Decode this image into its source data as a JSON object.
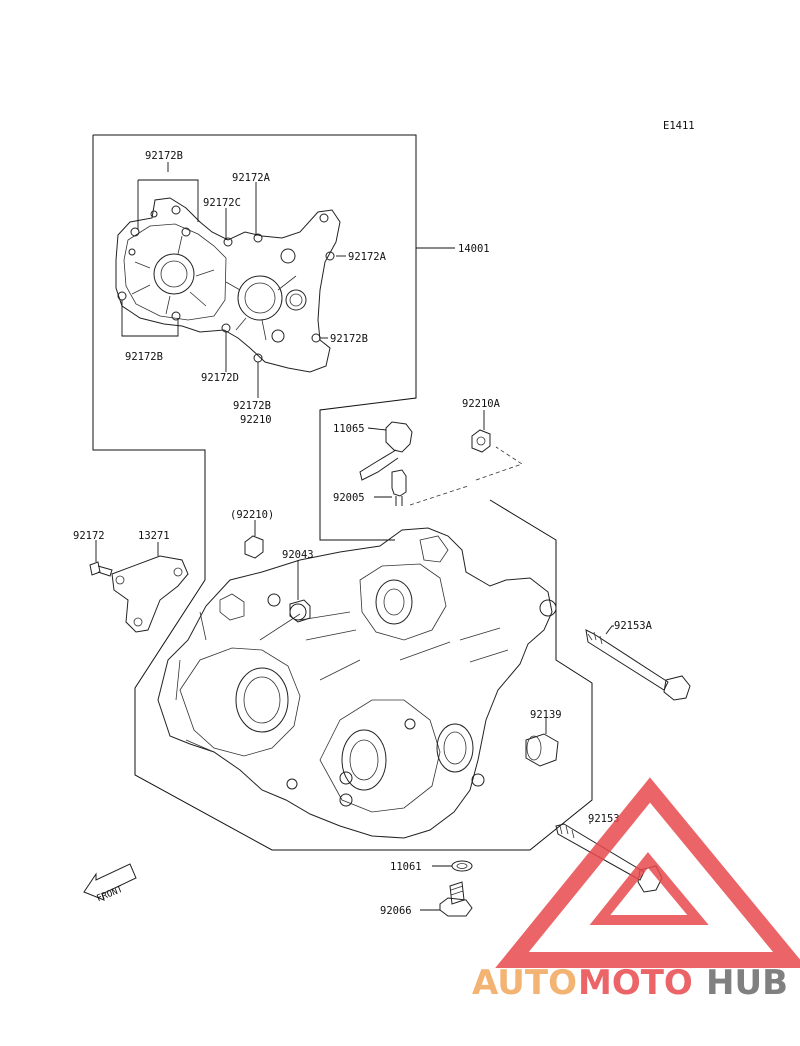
{
  "diagram": {
    "code": "E1411",
    "labels": {
      "p92172B_top": "92172B",
      "p92172A_top": "92172A",
      "p92172C": "92172C",
      "p92172A_right": "92172A",
      "p14001": "14001",
      "p92172B_left": "92172B",
      "p92172D": "92172D",
      "p92172B_right": "92172B",
      "p92172B_bottom": "92172B",
      "p92210_bottom": "92210",
      "p11065": "11065",
      "p92210A": "92210A",
      "p92005": "92005",
      "p92210_paren": "(92210)",
      "p92172": "92172",
      "p13271": "13271",
      "p92043": "92043",
      "p92153A": "92153A",
      "p92139": "92139",
      "p92153": "92153",
      "p11061": "11061",
      "p92066": "92066"
    },
    "front_arrow": "FRONT"
  },
  "watermark": {
    "part1": "AUTO",
    "part2": "MOTO",
    "part3": "HUB",
    "color_orange": "#f2a65a",
    "color_red": "#e8494d",
    "color_gray": "#6b6b6b"
  }
}
